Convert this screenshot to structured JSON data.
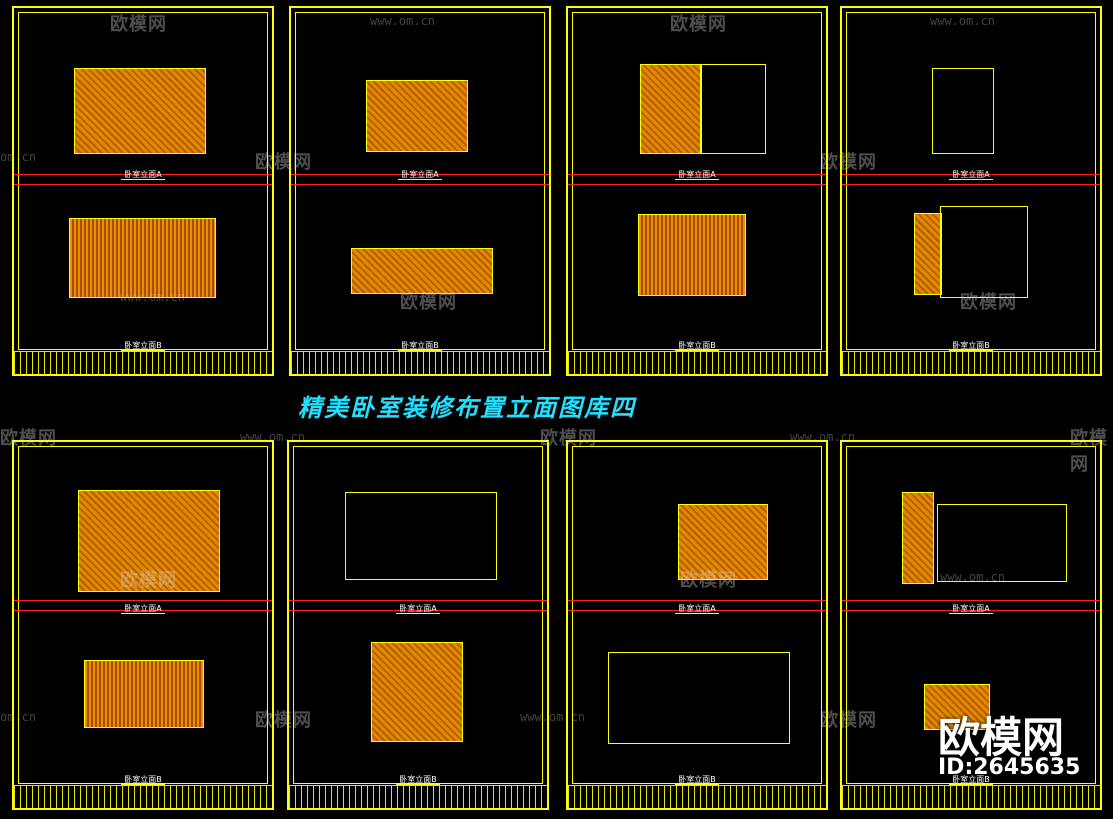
{
  "main_title": "精美卧室装修布置立面图库四",
  "brand": {
    "logo_text": "欧模网",
    "id_text": "ID:2645635"
  },
  "watermark": {
    "text": "欧模网",
    "url": "www.om.cn",
    "url_short": "om.cn"
  },
  "sheets": [
    {
      "label_a": "卧室立面A",
      "label_b": "卧室立面B"
    },
    {
      "label_a": "卧室立面A",
      "label_b": "卧室立面B"
    },
    {
      "label_a": "卧室立面A",
      "label_b": "卧室立面B"
    },
    {
      "label_a": "卧室立面A",
      "label_b": "卧室立面B"
    },
    {
      "label_a": "卧室立面A",
      "label_b": "卧室立面B"
    },
    {
      "label_a": "卧室立面A",
      "label_b": "卧室立面B"
    },
    {
      "label_a": "卧室立面A",
      "label_b": "卧室立面B"
    },
    {
      "label_a": "卧室立面A",
      "label_b": "卧室立面B"
    }
  ],
  "colors": {
    "frame": "#ffff00",
    "accent_title": "#22e0ff",
    "section_line": "#ff2020",
    "wood": "#e08a00"
  }
}
